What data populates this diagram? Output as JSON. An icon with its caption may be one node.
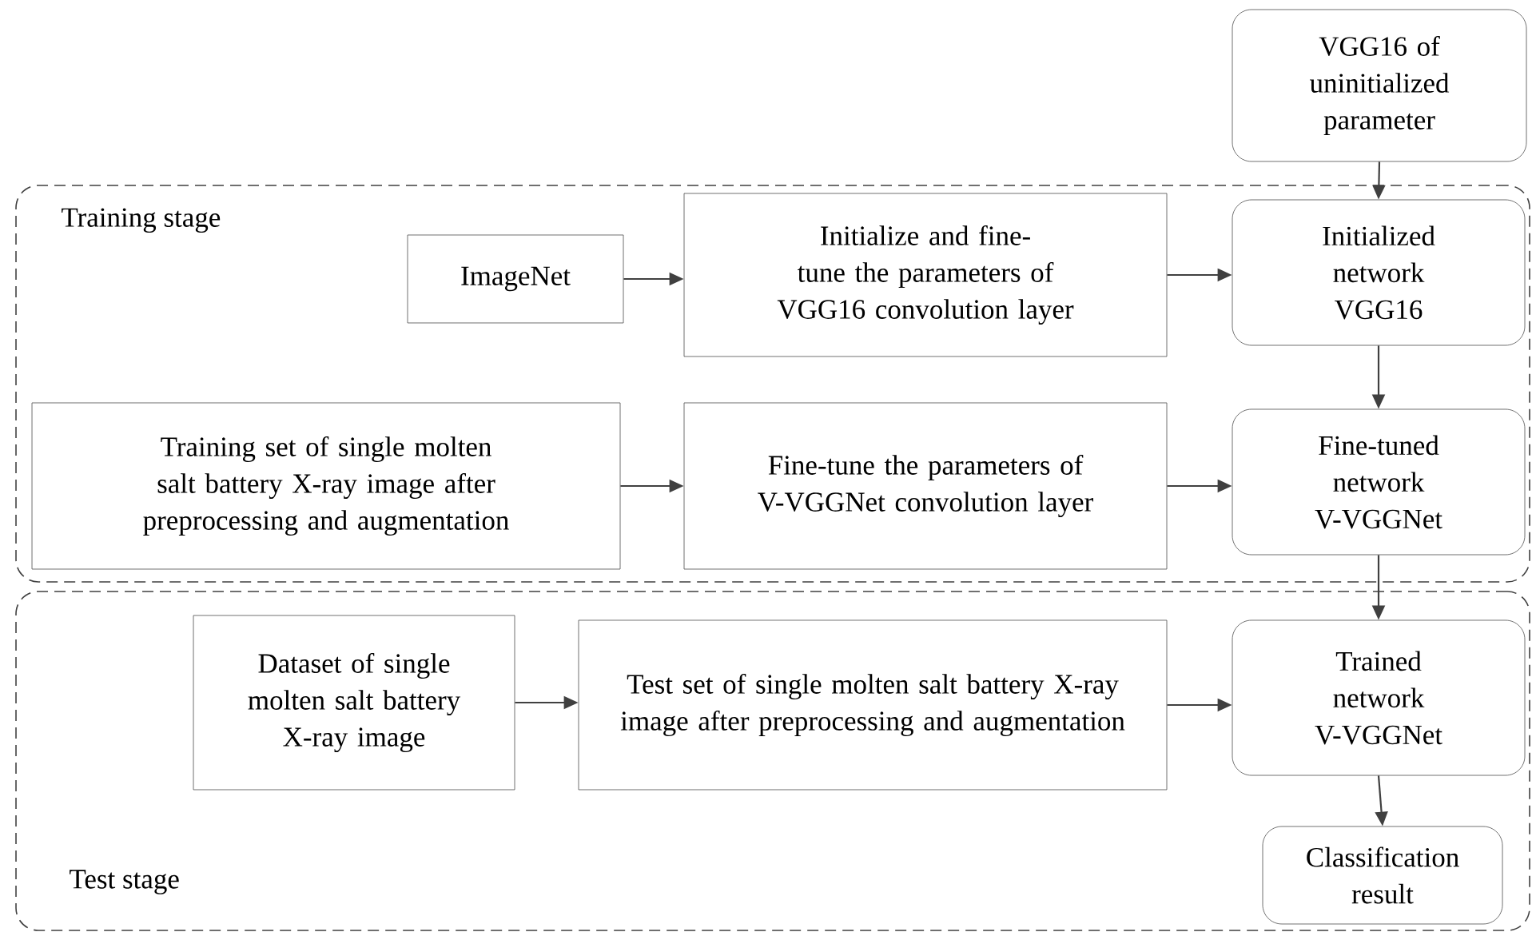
{
  "diagram": {
    "nodes": [
      {
        "text": [
          "VGG16 of uninitialized parameter"
        ]
      },
      {
        "text": [
          "Training stage"
        ]
      },
      {
        "text": [
          "ImageNet"
        ],
        "in": 1
      },
      {
        "text": [
          "Initialize and fine-tune the parameters of  VGG16 convolution layer"
        ],
        "in": 1
      },
      {
        "text": [
          "Initialized network VGG16"
        ],
        "in": 1
      },
      {
        "text": [
          "Training set of single molten salt battery  X-ray image  after preprocessing and  augmentation"
        ],
        "in": 1
      },
      {
        "text": [
          "Fine-tune the  parameters of  V-VGGNet convolution layer"
        ],
        "in": 1
      },
      {
        "text": [
          "Fine-tuned network V-VGGNet"
        ],
        "in": 1
      },
      {
        "text": [
          "Test stage"
        ]
      },
      {
        "text": [
          "Dataset of single molten salt battery X-ray image"
        ],
        "in": 8
      },
      {
        "text": [
          "Test set of single molten salt battery  X-ray image  after preprocessing and  augmentation"
        ],
        "in": 8
      },
      {
        "text": [
          "Trained network V-VGGNet"
        ],
        "in": 8
      },
      {
        "text": [
          "Classification result"
        ],
        "in": 8
      }
    ],
    "edges": [
      {
        "from": 0,
        "to": 4,
        "arrow": "to"
      },
      {
        "from": 2,
        "to": 3,
        "arrow": "to"
      },
      {
        "from": 3,
        "to": 4,
        "arrow": "to"
      },
      {
        "from": 4,
        "to": 7,
        "arrow": "to"
      },
      {
        "from": 5,
        "to": 6,
        "arrow": "to"
      },
      {
        "from": 6,
        "to": 7,
        "arrow": "to"
      },
      {
        "from": 7,
        "to": 11,
        "arrow": "to"
      },
      {
        "from": 9,
        "to": 10,
        "arrow": "to"
      },
      {
        "from": 10,
        "to": 11,
        "arrow": "to"
      },
      {
        "from": 11,
        "to": 12,
        "arrow": "to"
      }
    ]
  }
}
